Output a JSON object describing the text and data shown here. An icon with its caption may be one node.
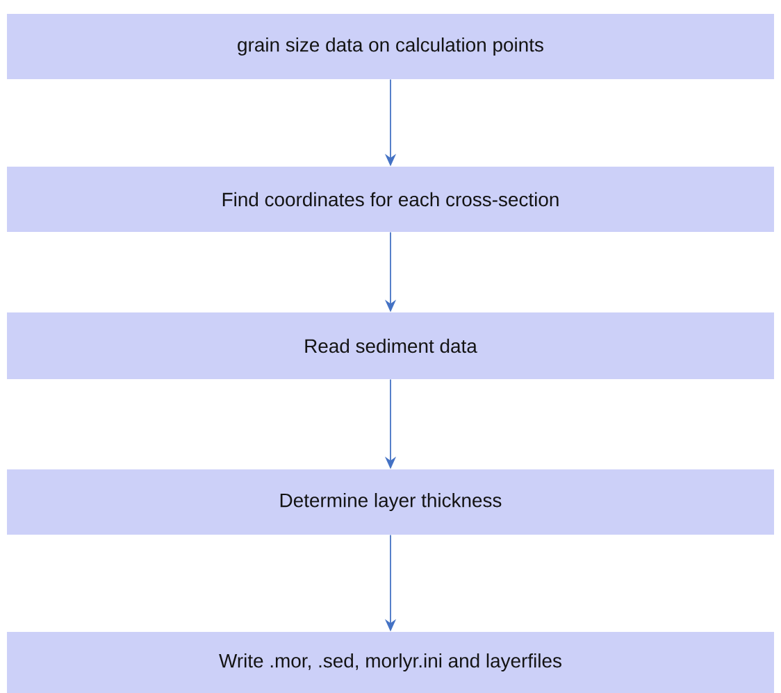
{
  "diagram": {
    "nodes": [
      {
        "text": [
          "grain size data on calculation points"
        ]
      },
      {
        "text": [
          "Find coordinates for each cross-section"
        ]
      },
      {
        "text": [
          "Read sediment data"
        ]
      },
      {
        "text": [
          "Determine layer thickness"
        ]
      },
      {
        "text": [
          "Write .mor, .sed, morlyr.ini and layerfiles"
        ]
      }
    ],
    "edges": [
      {
        "from": 0,
        "to": 1,
        "arrow": "to"
      },
      {
        "from": 1,
        "to": 2,
        "arrow": "to"
      },
      {
        "from": 2,
        "to": 3,
        "arrow": "to"
      },
      {
        "from": 3,
        "to": 4,
        "arrow": "to"
      }
    ]
  }
}
